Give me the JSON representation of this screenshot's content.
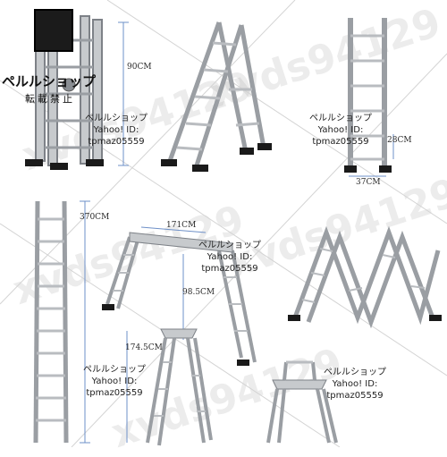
{
  "logo": {
    "title": "ペルルショップ",
    "subtitle": "転載禁止"
  },
  "watermark": {
    "text": "xvds94129"
  },
  "shop_label": {
    "name": "ペルルショップ",
    "yahoo": "Yahoo! ID:",
    "id": "tpmaz05559"
  },
  "dimensions": {
    "folded_height": "90CM",
    "width": "37CM",
    "step": "28CM",
    "extended_length": "370CM",
    "platform_length": "171CM",
    "platform_height": "98.5CM",
    "a_frame_height": "174.5CM"
  },
  "colors": {
    "ladder": "#b9bcc0",
    "ladder_dark": "#7d8187",
    "foot": "#1a1a1a",
    "dimension_line": "#6e90c8"
  }
}
